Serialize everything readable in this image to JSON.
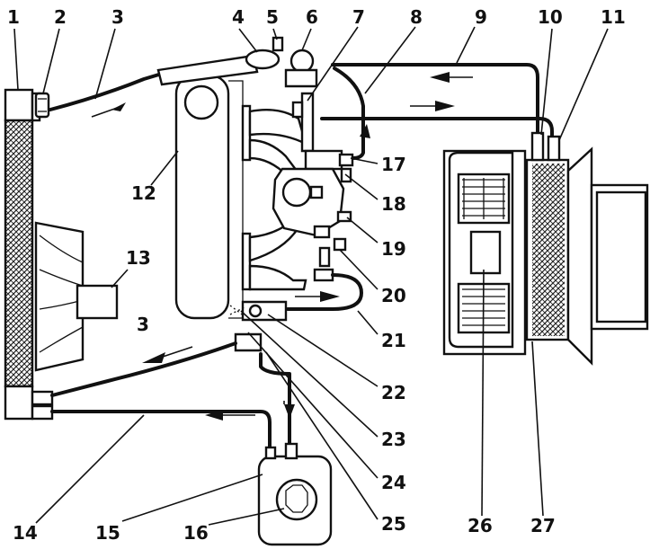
{
  "diagram": {
    "labels": [
      "1",
      "2",
      "3",
      "4",
      "5",
      "6",
      "7",
      "8",
      "9",
      "10",
      "11",
      "12",
      "13",
      "14",
      "15",
      "16",
      "17",
      "18",
      "19",
      "20",
      "21",
      "22",
      "23",
      "24",
      "25",
      "26",
      "27"
    ],
    "second_label_3": "3"
  },
  "colors": {
    "ink": "#111111",
    "paper": "#ffffff",
    "hatch": "#222222"
  }
}
